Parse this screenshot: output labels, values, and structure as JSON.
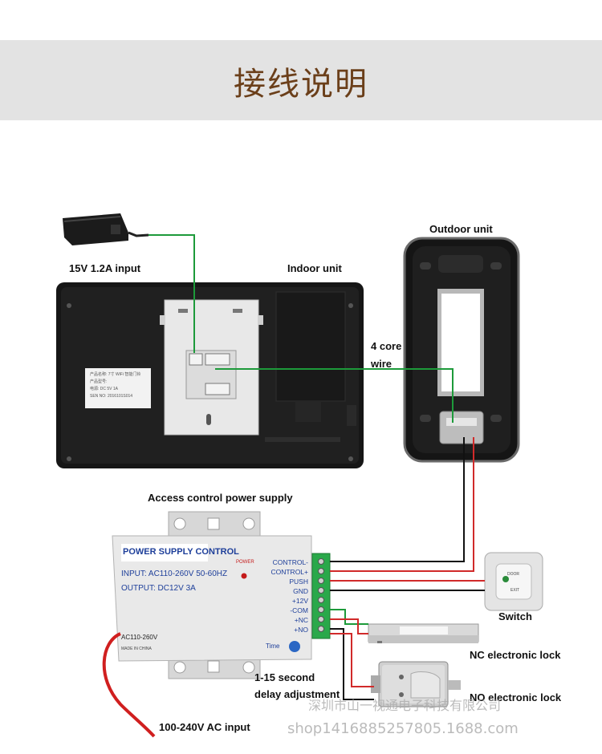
{
  "header": {
    "title": "接线说明"
  },
  "labels": {
    "adapter": "15V 1.2A input",
    "indoor": "Indoor unit",
    "outdoor": "Outdoor unit",
    "wire_line1": "4 core",
    "wire_line2": "wire",
    "psu_title": "Access control power supply",
    "switch": "Switch",
    "nc_lock": "NC electronic lock",
    "no_lock": "NO electronic lock",
    "delay_line1": "1-15 second",
    "delay_line2": "delay adjustment",
    "ac_input": "100-240V AC input"
  },
  "psu": {
    "title": "POWER SUPPLY CONTROL",
    "input": "INPUT: AC110-260V 50-60HZ",
    "output": "OUTPUT: DC12V  3A",
    "power": "POWER",
    "ac_label": "AC110-260V",
    "made": "MADE IN CHINA",
    "time": "Time",
    "terminals": [
      "CONTROL-",
      "CONTROL+",
      "PUSH",
      "GND",
      "+12V",
      "-COM",
      "+NC",
      "+NO"
    ]
  },
  "switch_panel": {
    "line1": "DOOR",
    "line2": "EXIT"
  },
  "sticker": {
    "name": "产品名称: 7寸 WiFi 智能门铃",
    "model": "产品型号:",
    "power": "电源:       DC  5V  1A",
    "sn": "SEN NO: 2016101S014"
  },
  "watermark": {
    "line1": "深圳市山一视通电子科技有限公司",
    "line2": "shop1416885257805.1688.com"
  },
  "colors": {
    "title": "#6b3f1a",
    "banner_bg": "#e3e3e3",
    "wire_green": "#1d9a3a",
    "wire_red": "#d12a2a",
    "wire_black": "#111111"
  }
}
